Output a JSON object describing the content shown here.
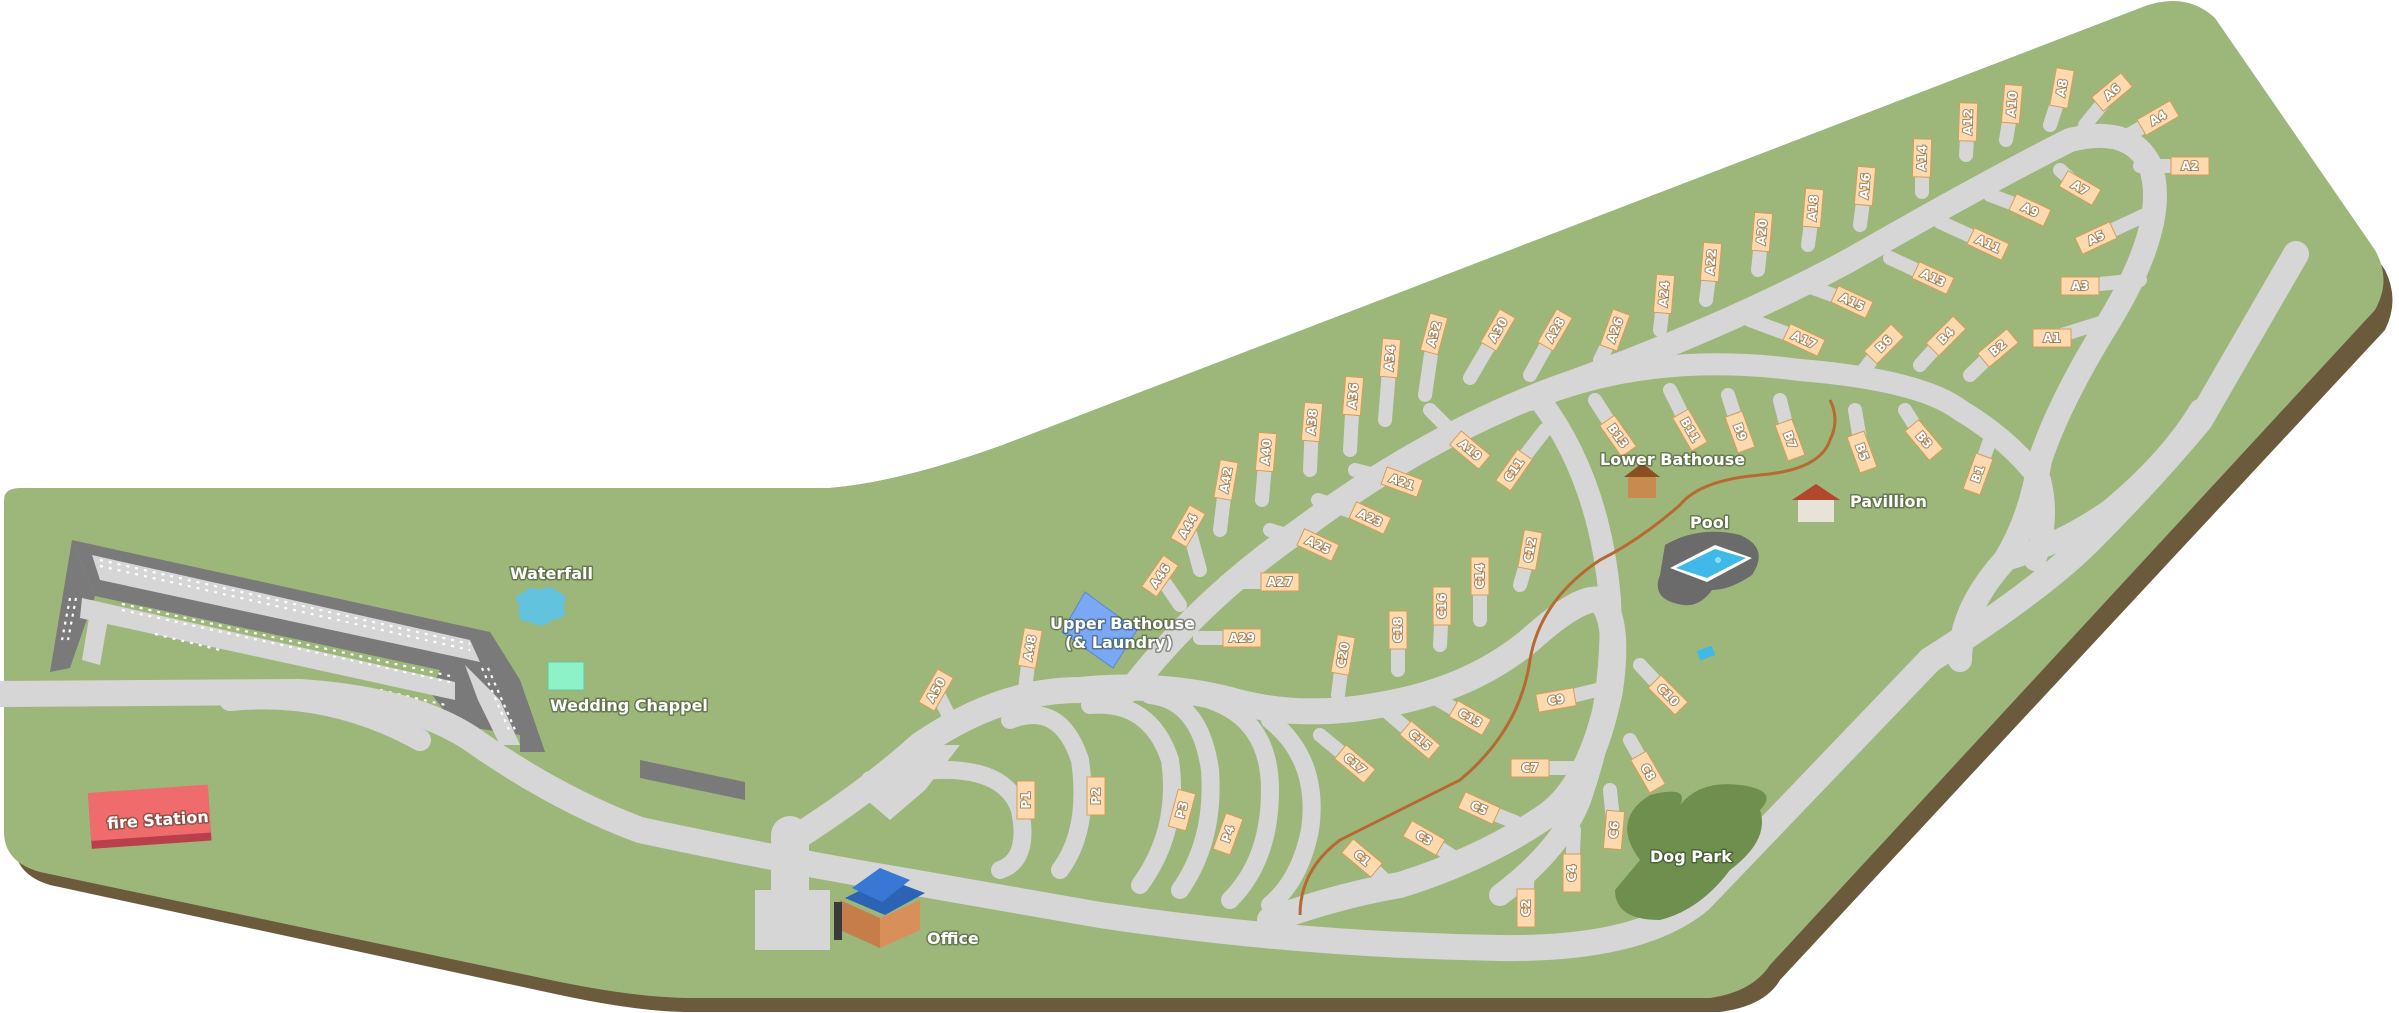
{
  "colors": {
    "grass": "#9db77b",
    "ground_edge": "#6b5a3c",
    "road": "#d6d6d6",
    "parking": "#7a7a7a",
    "trail": "#b66a32",
    "site": "#fcd9ae",
    "dog_park": "#6f8f4f",
    "fire_station": "#f06b6b",
    "pool_water": "#3fb9e8"
  },
  "landmarks": {
    "waterfall": "Waterfall",
    "wedding_chappel": "Wedding Chappel",
    "fire_station": "fire Station",
    "upper_bathouse_1": "Upper Bathouse",
    "upper_bathouse_2": "(& Laundry)",
    "lower_bathouse": "Lower Bathouse",
    "pool": "Pool",
    "pavillion": "Pavillion",
    "dog_park": "Dog Park",
    "office": "Office"
  },
  "sites": [
    "A2",
    "A4",
    "A6",
    "A8",
    "A10",
    "A12",
    "A14",
    "A16",
    "A18",
    "A20",
    "A22",
    "A24",
    "A26",
    "A28",
    "A30",
    "A32",
    "A34",
    "A36",
    "A38",
    "A40",
    "A42",
    "A44",
    "A46",
    "A48",
    "A50",
    "A1",
    "A3",
    "A5",
    "A7",
    "A9",
    "A11",
    "A13",
    "A15",
    "A17",
    "A19",
    "A21",
    "A23",
    "A25",
    "A27",
    "A29",
    "B1",
    "B2",
    "B3",
    "B4",
    "B5",
    "B6",
    "B7",
    "B9",
    "B11",
    "B13",
    "C1",
    "C2",
    "C3",
    "C4",
    "C5",
    "C6",
    "C7",
    "C8",
    "C9",
    "C10",
    "C11",
    "C12",
    "C13",
    "C14",
    "C15",
    "C16",
    "C17",
    "C18",
    "C20",
    "P1",
    "P2",
    "P3",
    "P4"
  ]
}
